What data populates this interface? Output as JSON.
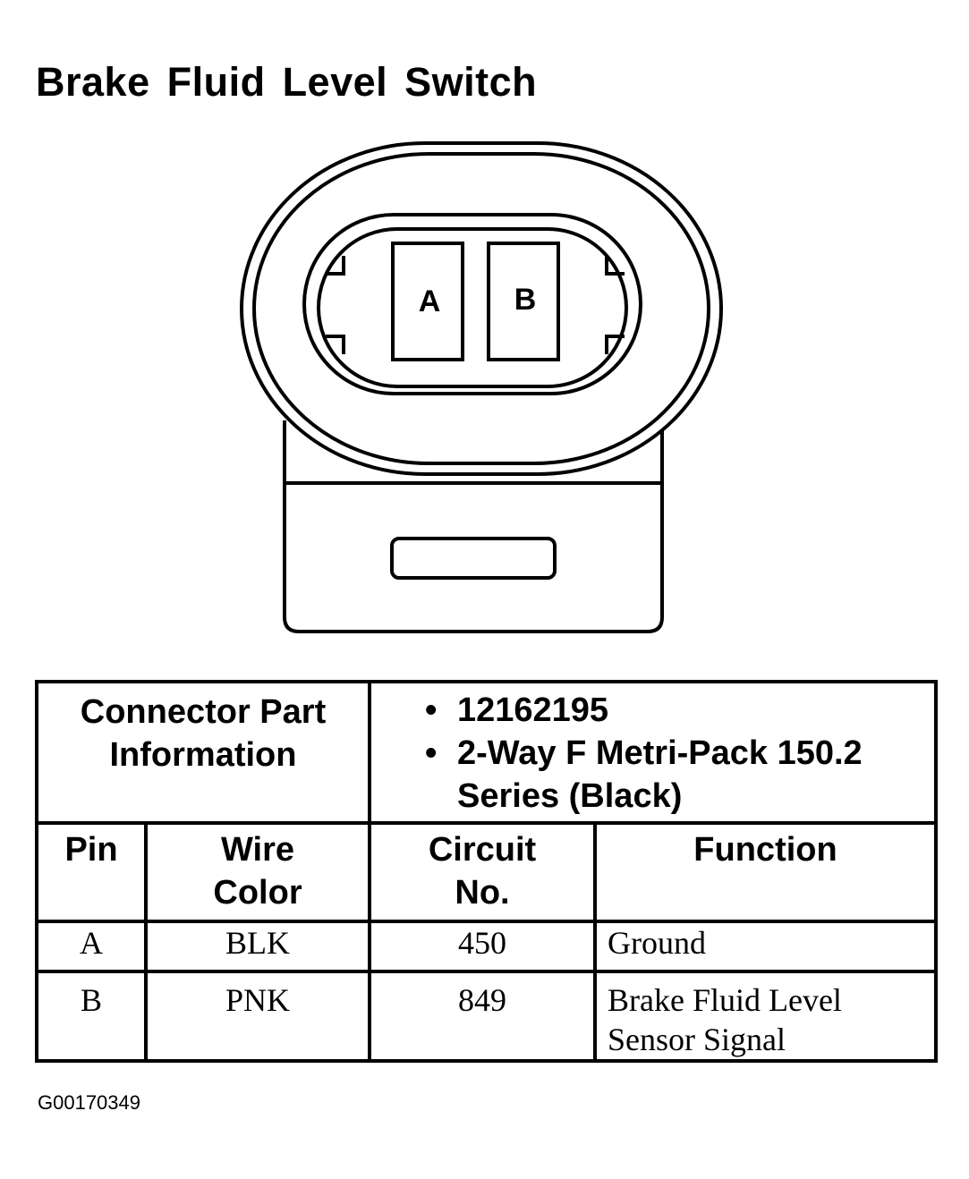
{
  "title": "Brake Fluid Level Switch",
  "connector": {
    "pins": [
      "A",
      "B"
    ]
  },
  "table": {
    "connector_part_label": "Connector Part Information",
    "part_info": [
      "12162195",
      "2-Way F Metri-Pack 150.2 Series (Black)"
    ],
    "bullet": "•",
    "headers": {
      "pin": "Pin",
      "wire_color": "Wire Color",
      "circuit_no": "Circuit No.",
      "function": "Function"
    },
    "rows": [
      {
        "pin": "A",
        "wire_color": "BLK",
        "circuit_no": "450",
        "function": "Ground"
      },
      {
        "pin": "B",
        "wire_color": "PNK",
        "circuit_no": "849",
        "function": "Brake Fluid Level Sensor Signal"
      }
    ]
  },
  "figure_code": "G00170349"
}
